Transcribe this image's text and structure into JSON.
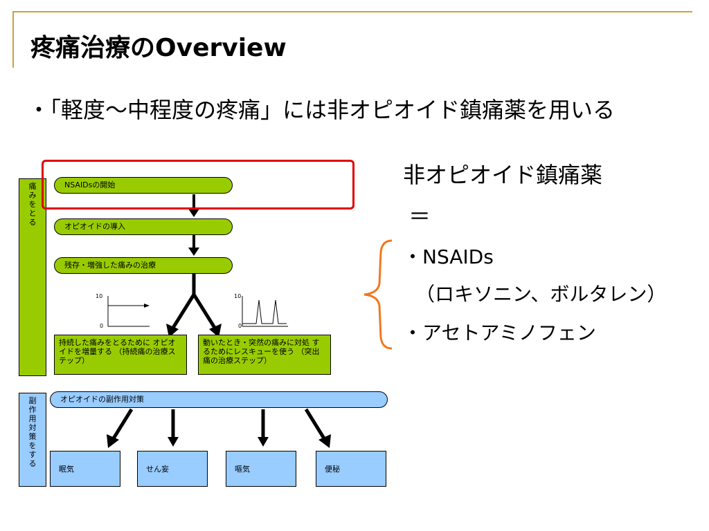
{
  "slide": {
    "title": "疼痛治療のOverview",
    "bullet": "・「軽度～中程度の疼痛」には非オピオイド鎮痛薬を用いる"
  },
  "right_panel": {
    "heading": "非オピオイド鎮痛薬",
    "equals": "＝",
    "item1": "・NSAIDs",
    "item1_detail": "（ロキソニン、ボルタレン）",
    "item2": "・アセトアミノフェン"
  },
  "flow_top": {
    "side_label": "痛みをとる",
    "step1": "NSAIDsの開始",
    "step2": "オピオイドの導入",
    "step3": "残存・増強した痛みの治療",
    "graph_tick_high": "10",
    "graph_tick_low": "0",
    "left_box": "持続した痛みをとるために オピオイドを増量する （持続痛の治療ステップ）",
    "right_box": "動いたとき・突然の痛みに対処 するためにレスキューを使う （突出痛の治療ステップ）"
  },
  "flow_bottom": {
    "side_label": "副作用対策をする",
    "header": "オピオイドの副作用対策",
    "items": [
      "眠気",
      "せん妄",
      "嘔気",
      "便秘"
    ]
  },
  "colors": {
    "accent_line": "#c8a23a",
    "green": "#99cc00",
    "blue": "#99ccff",
    "highlight_red": "#e00000",
    "brace_orange": "#f07820"
  }
}
